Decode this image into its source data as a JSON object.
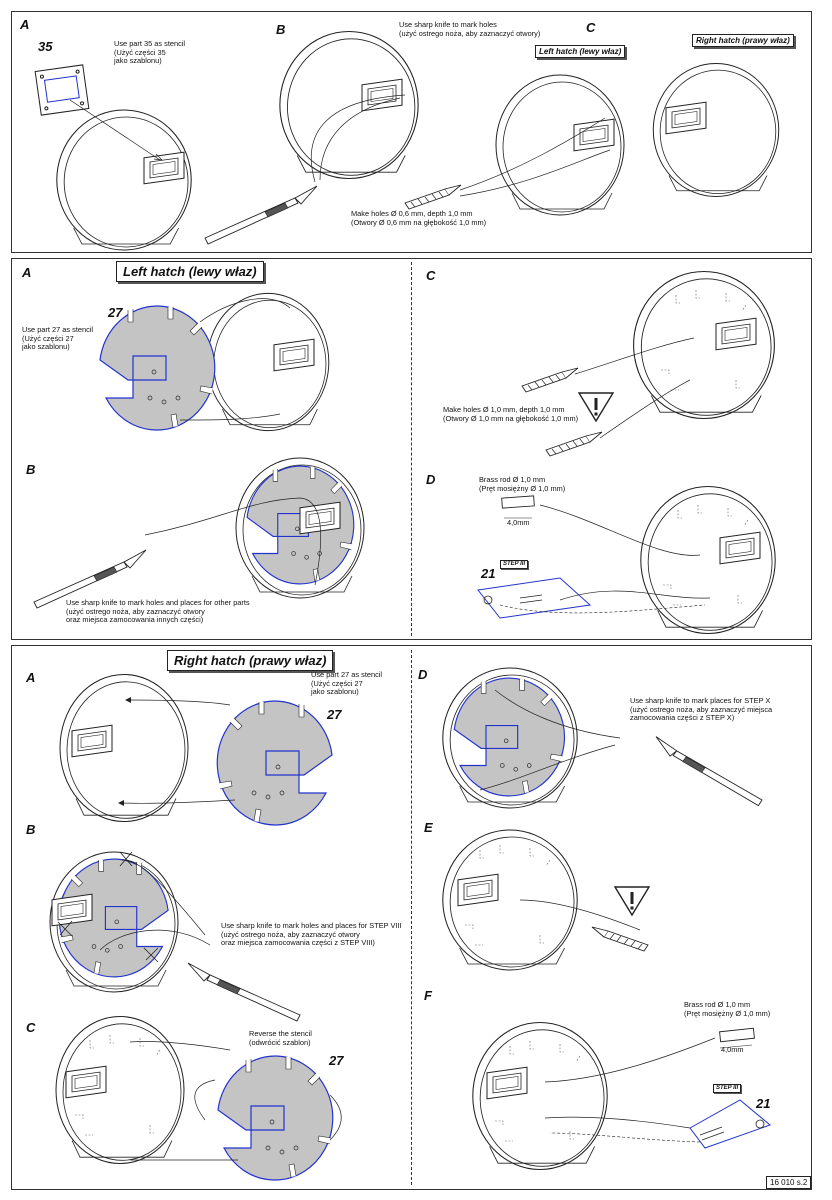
{
  "panel1": {
    "step_a": "A",
    "step_b": "B",
    "step_c": "C",
    "part_35": "35",
    "stencil_35_text": "Use part 35 as stencil\n(Użyć części 35\njako szablonu)",
    "knife_text": "Use sharp knife to mark holes\n(użyć ostrego noża, aby zaznaczyć otwory)",
    "left_hatch": "Left hatch\n(lewy właz)",
    "right_hatch": "Right hatch\n(prawy właz)",
    "holes_text": "Make holes Ø 0,6 mm, depth 1,0 mm\n(Otwory Ø 0,6 mm na głębokość 1,0 mm)"
  },
  "panel2": {
    "title": "Left hatch\n(lewy właz)",
    "step_a": "A",
    "step_b": "B",
    "step_c": "C",
    "step_d": "D",
    "part_27": "27",
    "stencil_27_text": "Use part 27 as stencil\n(Użyć części 27\njako szablonu)",
    "knife_text": "Use sharp knife to mark holes and places for other parts\n(użyć ostrego noża, aby zaznaczyć otwory\noraz miejsca zamocowania innych części)",
    "holes_text": "Make holes Ø 1,0 mm, depth 1,0 mm\n(Otwory Ø 1,0 mm na głębokość 1,0 mm)",
    "brass_text": "Brass rod Ø 1,0 mm\n(Pręt mosiężny Ø 1,0 mm)",
    "length": "4,0mm",
    "step_tag": "STEP III",
    "part_21": "21"
  },
  "panel3": {
    "title": "Right hatch\n(prawy właz)",
    "step_a": "A",
    "step_b": "B",
    "step_c": "C",
    "step_d": "D",
    "step_e": "E",
    "step_f": "F",
    "part_27_a": "27",
    "part_27_c": "27",
    "stencil_27_text": "Use part 27 as stencil\n(Użyć części 27\njako szablonu)",
    "knife_step8_text": "Use sharp knife to mark holes and places for STEP VIII\n(użyć ostrego noża, aby zaznaczyć otwory\noraz miejsca zamocowania części z STEP VIII)",
    "reverse_text": "Reverse the stencil\n(odwrócić szablon)",
    "knife_stepx_text": "Use sharp knife to mark places for STEP X\n(użyć ostrego noża, aby zaznaczyć miejsca\nzamocowania części z STEP X)",
    "brass_text": "Brass rod Ø 1,0 mm\n(Pręt mosiężny Ø 1,0 mm)",
    "length": "4,0mm",
    "step_tag": "STEP III",
    "part_21": "21"
  },
  "page_id": "16 010 s.2",
  "colors": {
    "stencil_fill": "#c4c4c4",
    "stencil_edge": "#2233cc",
    "line": "#222222"
  }
}
